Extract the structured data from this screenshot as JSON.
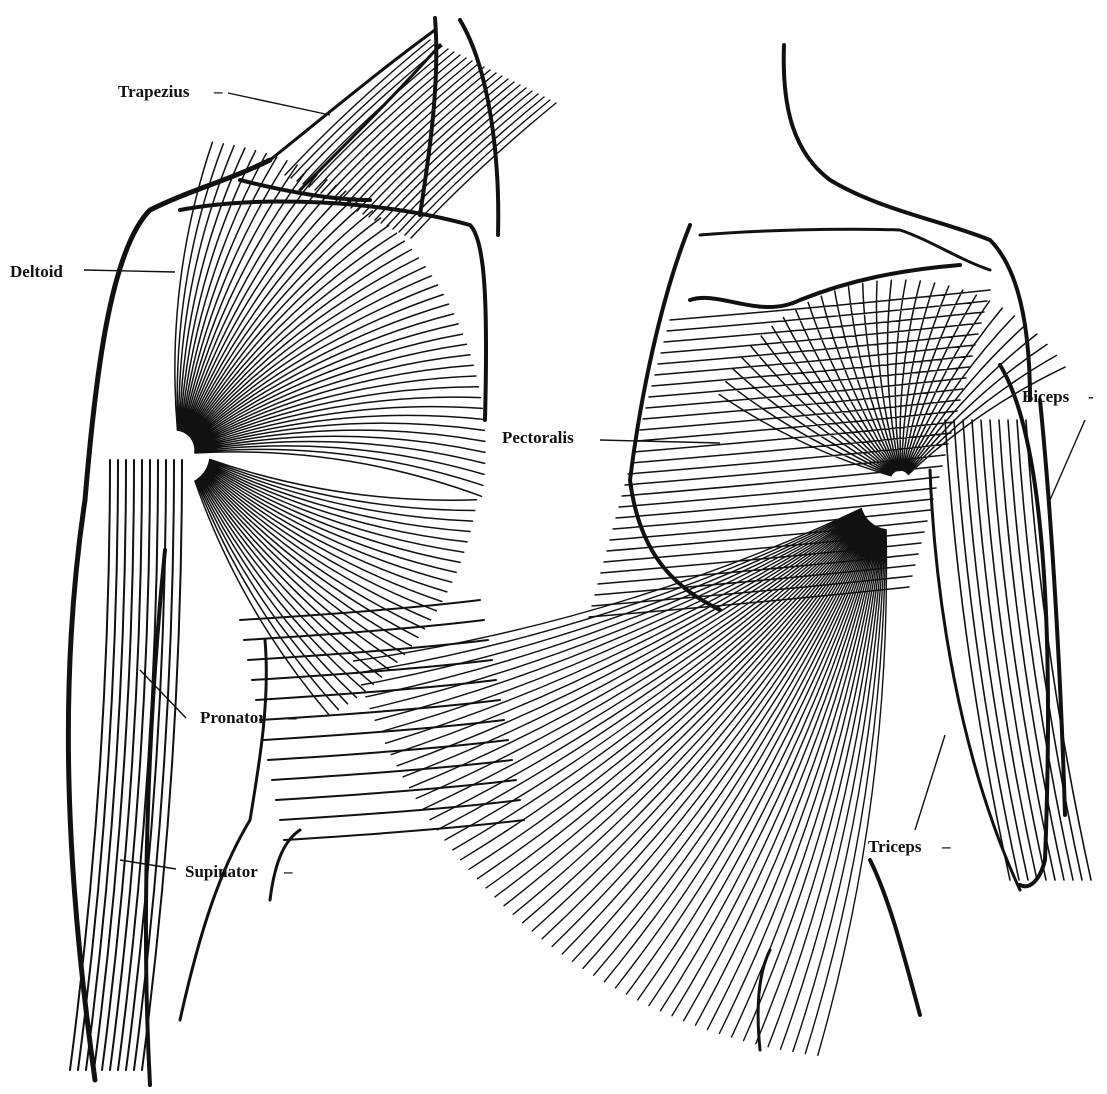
{
  "left_figure": {
    "labels": {
      "trapezius": "Trapezius",
      "deltoid": "Deltoid",
      "pronator": "Pronator",
      "supinator": "Supinator"
    }
  },
  "right_figure": {
    "labels": {
      "pectoralis": "Pectoralis",
      "biceps": "Biceps",
      "triceps": "Triceps"
    }
  },
  "colors": {
    "ink": "#111111",
    "paper": "#ffffff"
  }
}
